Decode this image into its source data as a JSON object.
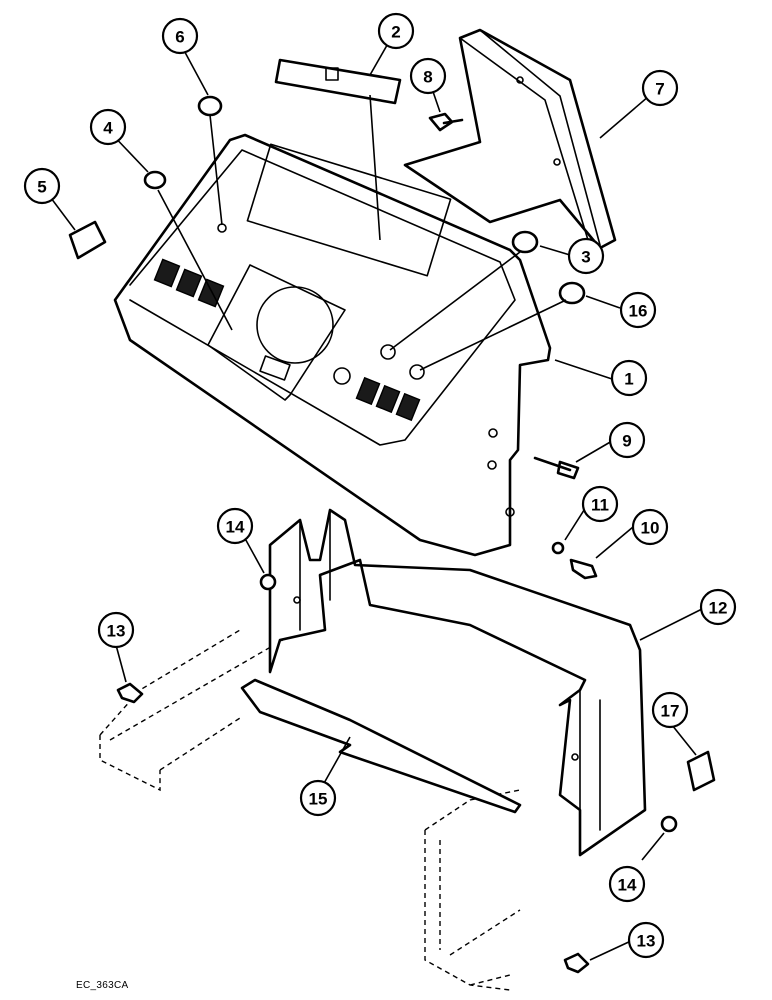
{
  "figure": {
    "code": "EC_363CA"
  },
  "callouts": [
    {
      "id": "1",
      "label": "1"
    },
    {
      "id": "2",
      "label": "2"
    },
    {
      "id": "3",
      "label": "3"
    },
    {
      "id": "4",
      "label": "4"
    },
    {
      "id": "5",
      "label": "5"
    },
    {
      "id": "6",
      "label": "6"
    },
    {
      "id": "7",
      "label": "7"
    },
    {
      "id": "8",
      "label": "8"
    },
    {
      "id": "9",
      "label": "9"
    },
    {
      "id": "10",
      "label": "10"
    },
    {
      "id": "11",
      "label": "11"
    },
    {
      "id": "12",
      "label": "12"
    },
    {
      "id": "13a",
      "label": "13"
    },
    {
      "id": "13b",
      "label": "13"
    },
    {
      "id": "14a",
      "label": "14"
    },
    {
      "id": "14b",
      "label": "14"
    },
    {
      "id": "15",
      "label": "15"
    },
    {
      "id": "16",
      "label": "16"
    },
    {
      "id": "17",
      "label": "17"
    }
  ]
}
